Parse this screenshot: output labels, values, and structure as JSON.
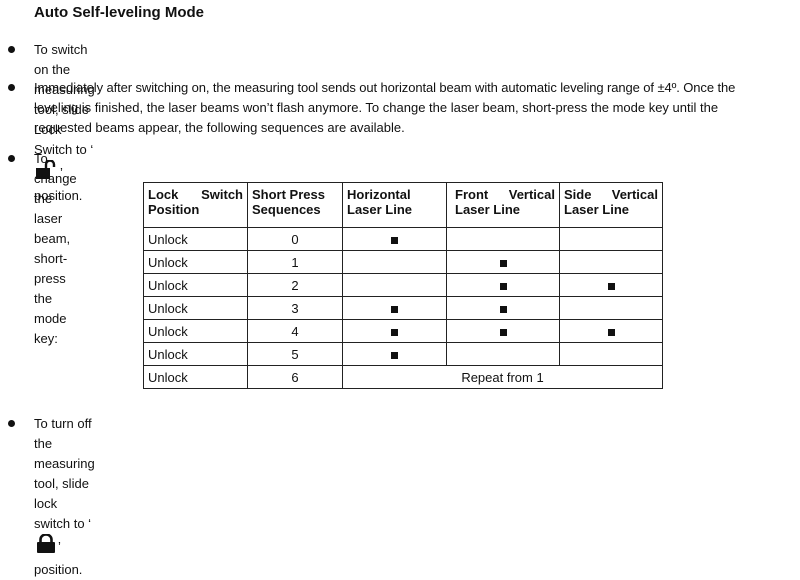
{
  "section": {
    "title": "Auto Self-leveling Mode"
  },
  "bullets": {
    "b1_before": "To switch on the measuring tool, slide Lock Switch to ‘",
    "b1_after": "’ position.",
    "b1_icon": "unlocked-padlock-icon",
    "b2_line1": "Immediately after switching on, the measuring tool sends out horizontal beam with automatic leveling range of ±4º. Once the",
    "b2_line2": "leveling is finished, the laser beams won’t flash anymore. To change the laser beam, short-press the mode key until the",
    "b2_line3": "requested beams appear, the following sequences are available.",
    "b3": "To change the laser beam, short-press the mode key:",
    "b4_before": "To turn off the measuring tool, slide lock switch to ‘",
    "b4_after": "’ position.",
    "b4_icon": "locked-padlock-icon"
  },
  "table": {
    "headers": {
      "col1_a": "Lock",
      "col1_b": "Switch",
      "col1_c": "Position",
      "col2_a": "Short Press",
      "col2_b": "Sequences",
      "col3_a": "Horizontal",
      "col3_b": "Laser Line",
      "col4_a": "Front",
      "col4_b": "Vertical",
      "col4_c": "Laser Line",
      "col5_a": "Side",
      "col5_b": "Vertical",
      "col5_c": "Laser Line"
    },
    "rows": [
      {
        "position": "Unlock",
        "sequence": "0",
        "horizontal": true,
        "front": false,
        "side": false
      },
      {
        "position": "Unlock",
        "sequence": "1",
        "horizontal": false,
        "front": true,
        "side": false
      },
      {
        "position": "Unlock",
        "sequence": "2",
        "horizontal": false,
        "front": true,
        "side": true
      },
      {
        "position": "Unlock",
        "sequence": "3",
        "horizontal": true,
        "front": true,
        "side": false
      },
      {
        "position": "Unlock",
        "sequence": "4",
        "horizontal": true,
        "front": true,
        "side": true
      },
      {
        "position": "Unlock",
        "sequence": "5",
        "horizontal": true,
        "front": false,
        "side": false
      },
      {
        "position": "Unlock",
        "sequence": "6",
        "note": "Repeat from 1"
      }
    ]
  }
}
